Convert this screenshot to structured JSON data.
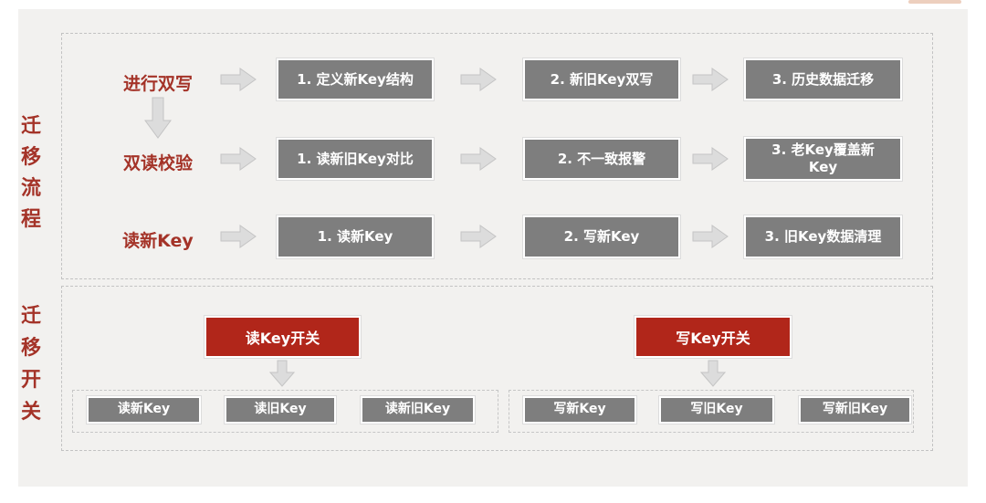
{
  "colors": {
    "panel_bg": "#f2f1ef",
    "box_gray": "#7e7e7e",
    "accent_red": "#b1261a",
    "label_red": "#a43328",
    "arrow_gray": "#dcdcdc",
    "dash_border": "#c2c2c2"
  },
  "flow": {
    "side_label": "迁移流程",
    "rows": [
      {
        "label": "进行双写",
        "steps": [
          "1. 定义新Key结构",
          "2. 新旧Key双写",
          "3. 历史数据迁移"
        ]
      },
      {
        "label": "双读校验",
        "steps": [
          "1. 读新旧Key对比",
          "2. 不一致报警",
          "3. 老Key覆盖新Key"
        ]
      },
      {
        "label": "读新Key",
        "steps": [
          "1. 读新Key",
          "2. 写新Key",
          "3. 旧Key数据清理"
        ]
      }
    ]
  },
  "switches": {
    "side_label": "迁移开关",
    "groups": [
      {
        "switch": "读Key开关",
        "options": [
          "读新Key",
          "读旧Key",
          "读新旧Key"
        ]
      },
      {
        "switch": "写Key开关",
        "options": [
          "写新Key",
          "写旧Key",
          "写新旧Key"
        ]
      }
    ]
  }
}
